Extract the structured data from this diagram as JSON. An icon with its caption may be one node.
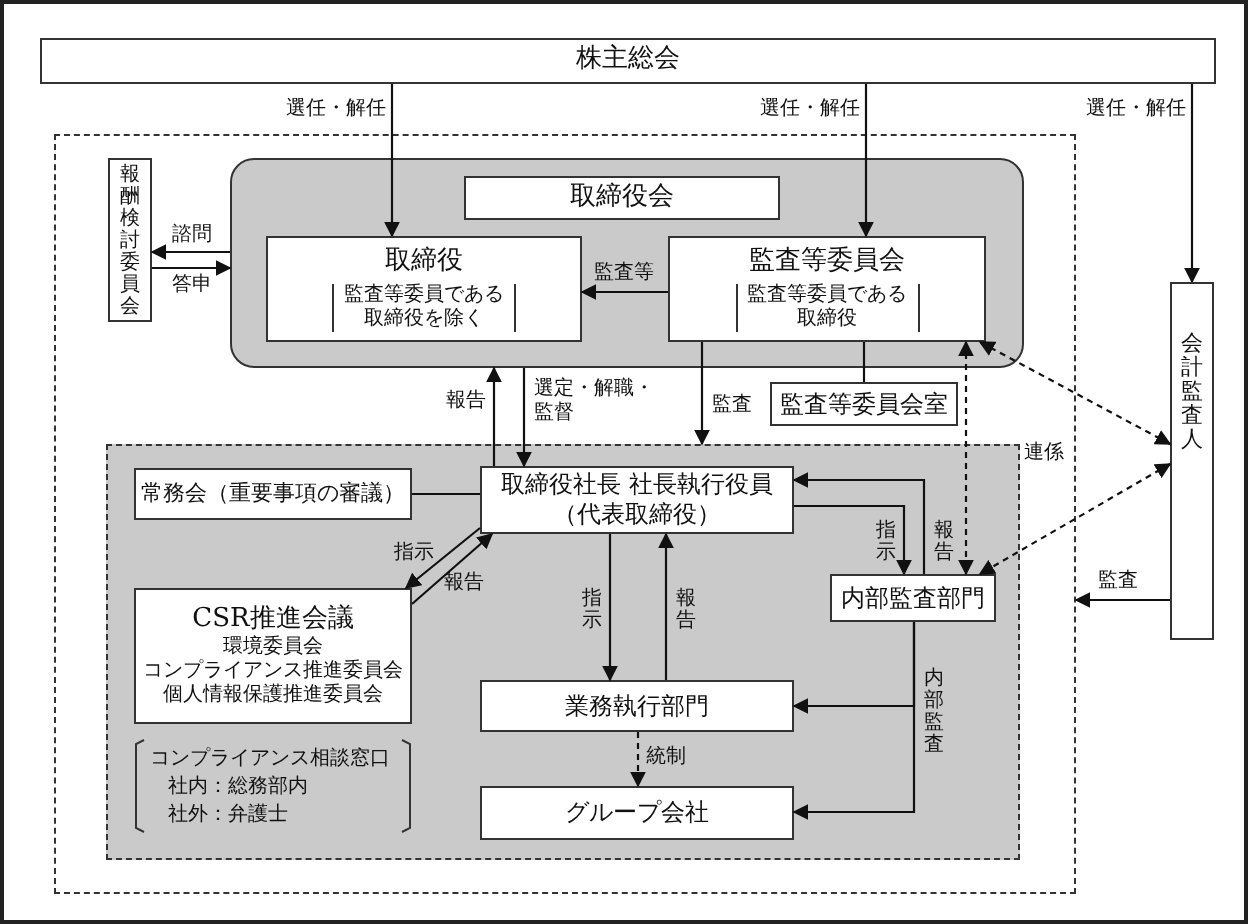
{
  "diagram": {
    "nodes": [
      {
        "text": [
          "株主総会"
        ]
      },
      {
        "text": [],
        "shape": "box"
      },
      {
        "text": [],
        "shape": "box",
        "in": 1
      },
      {
        "text": [
          "取締役会"
        ],
        "in": 2
      },
      {
        "text": [
          "取締役",
          "監査等委員である取締役を除く"
        ],
        "in": 2
      },
      {
        "text": [
          "監査等委員会",
          "監査等委員である取締役"
        ],
        "in": 2
      },
      {
        "text": [
          "報酬検討委員会"
        ],
        "in": 1
      },
      {
        "text": [
          "監査等委員会室"
        ],
        "in": 1
      },
      {
        "text": [
          "会計監査人"
        ]
      },
      {
        "text": [],
        "shape": "box",
        "in": 1
      },
      {
        "text": [
          "常務会（重要事項の審議）"
        ],
        "in": 9
      },
      {
        "text": [
          "取締役社長 社長執行役員",
          "（代表取締役）"
        ],
        "in": 9
      },
      {
        "text": [
          "CSR推進会議",
          "環境委員会",
          "コンプライアンス推進委員会",
          "個人情報保護推進委員会"
        ],
        "in": 9
      },
      {
        "text": [
          "内部監査部門"
        ],
        "in": 9
      },
      {
        "text": [
          "業務執行部門"
        ],
        "in": 9
      },
      {
        "text": [
          "グループ会社"
        ],
        "in": 9
      }
    ],
    "edges": [
      {
        "from": 0,
        "to": 4,
        "arrow": "to",
        "label": "選任・解任"
      },
      {
        "from": 0,
        "to": 5,
        "arrow": "to",
        "label": "選任・解任"
      },
      {
        "from": 0,
        "to": 8,
        "arrow": "to",
        "label": "選任・解任"
      },
      {
        "from": 2,
        "to": 6,
        "arrow": "to",
        "label": "諮問"
      },
      {
        "from": 6,
        "to": 2,
        "arrow": "to",
        "label": "答申"
      },
      {
        "from": 5,
        "to": 4,
        "arrow": "to",
        "label": "監査等"
      },
      {
        "from": 5,
        "to": 7,
        "arrow": "none"
      },
      {
        "from": 11,
        "to": 2,
        "arrow": "to",
        "label": "報告"
      },
      {
        "from": 2,
        "to": 11,
        "arrow": "to",
        "label": "選定・解職・監督"
      },
      {
        "from": 5,
        "to": 9,
        "arrow": "to",
        "label": "監査"
      },
      {
        "from": 10,
        "to": 11,
        "arrow": "none"
      },
      {
        "from": 11,
        "to": 12,
        "arrow": "to",
        "label": "指示"
      },
      {
        "from": 12,
        "to": 11,
        "arrow": "to",
        "label": "報告"
      },
      {
        "from": 11,
        "to": 13,
        "arrow": "to",
        "label": "指示"
      },
      {
        "from": 13,
        "to": 11,
        "arrow": "to",
        "label": "報告"
      },
      {
        "from": 5,
        "to": 13,
        "arrow": "both",
        "style": "dashed"
      },
      {
        "from": 8,
        "to": 5,
        "arrow": "both",
        "style": "dashed"
      },
      {
        "from": 8,
        "to": 13,
        "arrow": "both",
        "style": "dashed"
      },
      {
        "from": 11,
        "to": 14,
        "arrow": "to",
        "label": "指示"
      },
      {
        "from": 14,
        "to": 11,
        "arrow": "to",
        "label": "報告"
      },
      {
        "from": 13,
        "to": 14,
        "arrow": "to",
        "label": "内部監査"
      },
      {
        "from": 13,
        "to": 15,
        "arrow": "to"
      },
      {
        "from": 14,
        "to": 15,
        "arrow": "to",
        "label": "統制",
        "style": "dashed"
      },
      {
        "from": 8,
        "to": 1,
        "arrow": "to",
        "label": "監査"
      }
    ],
    "labels": [
      "連係",
      "コンプライアンス相談窓口",
      "社内：総務部内",
      "社外：弁護士"
    ]
  }
}
